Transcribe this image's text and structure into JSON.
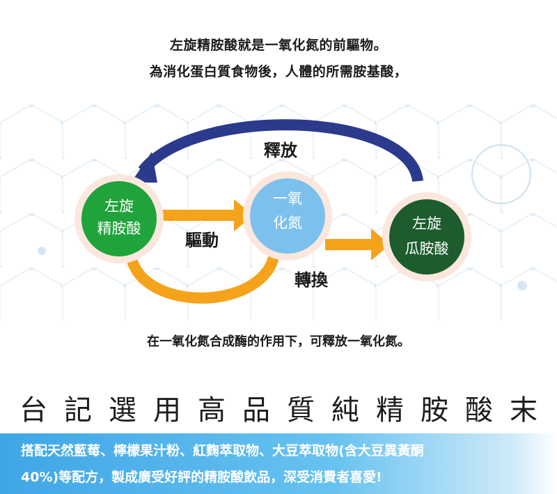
{
  "intro": {
    "line1": "左旋精胺酸就是一氧化氮的前驅物。",
    "line2": "為消化蛋白質食物後，人體的所需胺基酸，"
  },
  "diagram": {
    "node_left": {
      "line1": "左旋",
      "line2": "精胺酸",
      "color": "#1fa33a"
    },
    "node_center": {
      "line1": "一氧",
      "line2": "化氮",
      "color": "#7cc0ee"
    },
    "node_right": {
      "line1": "左旋",
      "line2": "瓜胺酸",
      "color": "#1d5c2e"
    },
    "label_release": "釋放",
    "label_drive": "驅動",
    "label_convert": "轉換",
    "colors": {
      "arrow_orange": "#f5a31a",
      "arrow_navy": "#2c3a8c"
    }
  },
  "caption": "在一氧化氮合成酶的作用下，可釋放一氧化氮。",
  "headline": "台記選用高品質純精胺酸末",
  "banner": {
    "line1": "搭配天然藍莓、檸檬果汁粉、紅麴萃取物、大豆萃取物(含大豆異黃酮",
    "line2": "40%)等配方，製成廣受好評的精胺酸飲品，深受消費者喜愛!",
    "color": "#4aaee8"
  }
}
